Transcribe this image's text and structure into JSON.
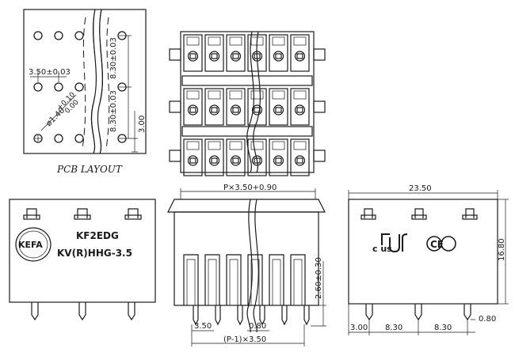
{
  "pcb_layout": {
    "caption": "PCB LAYOUT",
    "pitch_dim": "3.50±0.03",
    "hole_dim_main": "ø1.40",
    "hole_dim_tol_plus": "+0.10",
    "hole_dim_tol_minus": "0.00",
    "row_pitch_top": "8.30±0.03",
    "row_pitch_bottom": "8.30±0.03",
    "edge_offset": "3.00"
  },
  "front_view": {
    "logo_text": "KEFA",
    "model_line_1": "KF2EDG",
    "model_line_2": "KV(R)HHG-3.5"
  },
  "side_view": {
    "width_dim": "P×3.50+0.90",
    "pin_length_dim": "2.60±0.30",
    "pitch_dim": "3.50",
    "pin_width_dim": "0.80",
    "total_pitch_dim": "(P-1)×3.50"
  },
  "end_view": {
    "length_dim": "23.50",
    "height_dim": "16.80",
    "offset_dim": "3.00",
    "pitch_1": "8.30",
    "pitch_2": "8.30",
    "pin_dim": "0.80",
    "cert_ul": "c   us",
    "cert_ce": "CE"
  }
}
